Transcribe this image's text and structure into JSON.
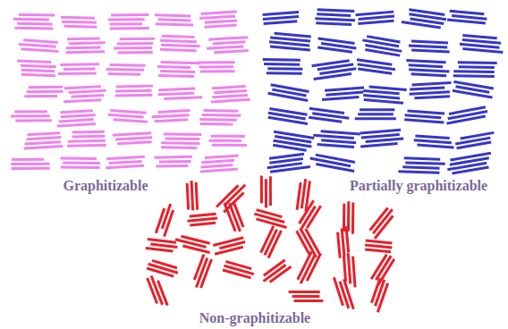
{
  "diagram": {
    "labels": [
      "Graphitizable",
      "Partially graphitizable",
      "Non-graphitizable"
    ]
  }
}
